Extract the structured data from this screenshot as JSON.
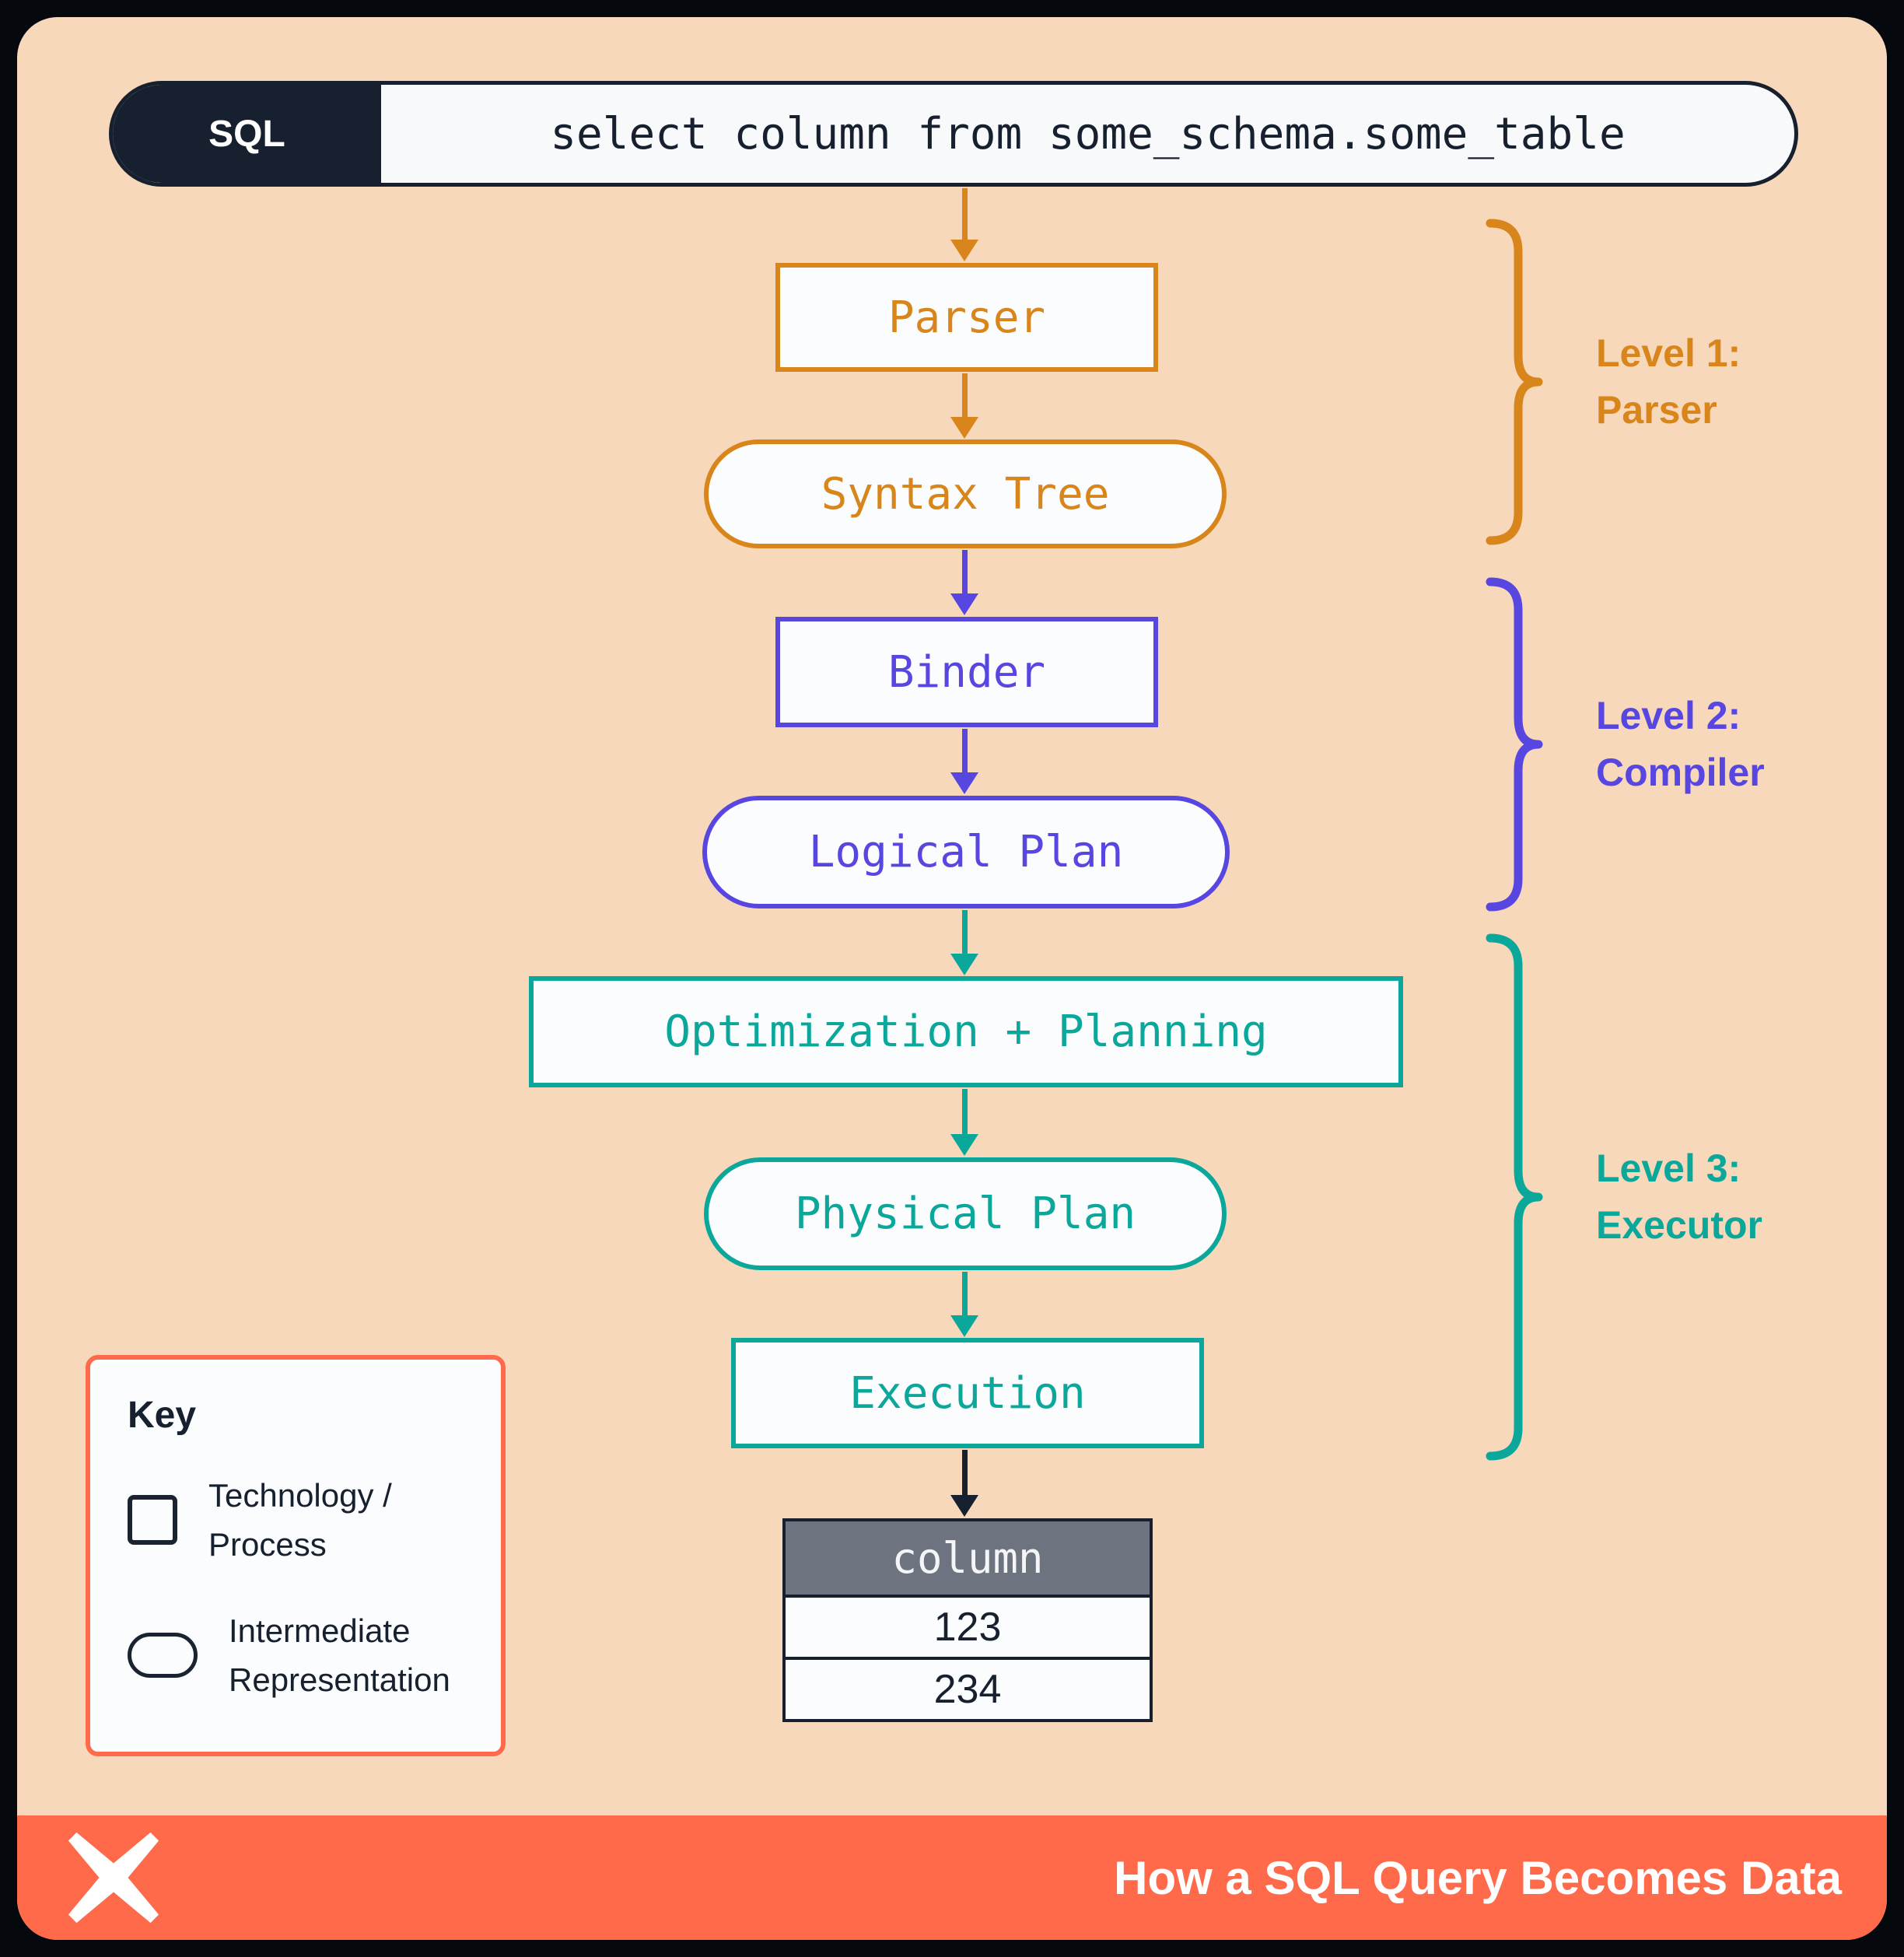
{
  "sql_bar": {
    "label": "SQL",
    "query": "select column from some_schema.some_table"
  },
  "nodes": {
    "parser": "Parser",
    "syntax_tree": "Syntax Tree",
    "binder": "Binder",
    "logical_plan": "Logical Plan",
    "optimization": "Optimization + Planning",
    "physical_plan": "Physical Plan",
    "execution": "Execution"
  },
  "levels": [
    {
      "line1": "Level 1:",
      "line2": "Parser",
      "color": "#d8861b"
    },
    {
      "line1": "Level 2:",
      "line2": "Compiler",
      "color": "#5746e0"
    },
    {
      "line1": "Level 3:",
      "line2": "Executor",
      "color": "#0ba79a"
    }
  ],
  "result_table": {
    "header": "column",
    "rows": [
      "123",
      "234"
    ]
  },
  "key": {
    "title": "Key",
    "items": [
      {
        "shape": "rect",
        "line1": "Technology /",
        "line2": "Process"
      },
      {
        "shape": "stadium",
        "line1": "Intermediate",
        "line2": "Representation"
      }
    ]
  },
  "footer": {
    "title": "How a SQL Query Becomes Data",
    "logo": "x-pinwheel-icon"
  },
  "colors": {
    "background_peach": "#f8d8bb",
    "accent_coral": "#ff6a4b",
    "level1_orange": "#d8861b",
    "level2_purple": "#5746e0",
    "level3_teal": "#0ba79a",
    "ink_navy": "#16202e",
    "table_header_gray": "#6d7480"
  }
}
